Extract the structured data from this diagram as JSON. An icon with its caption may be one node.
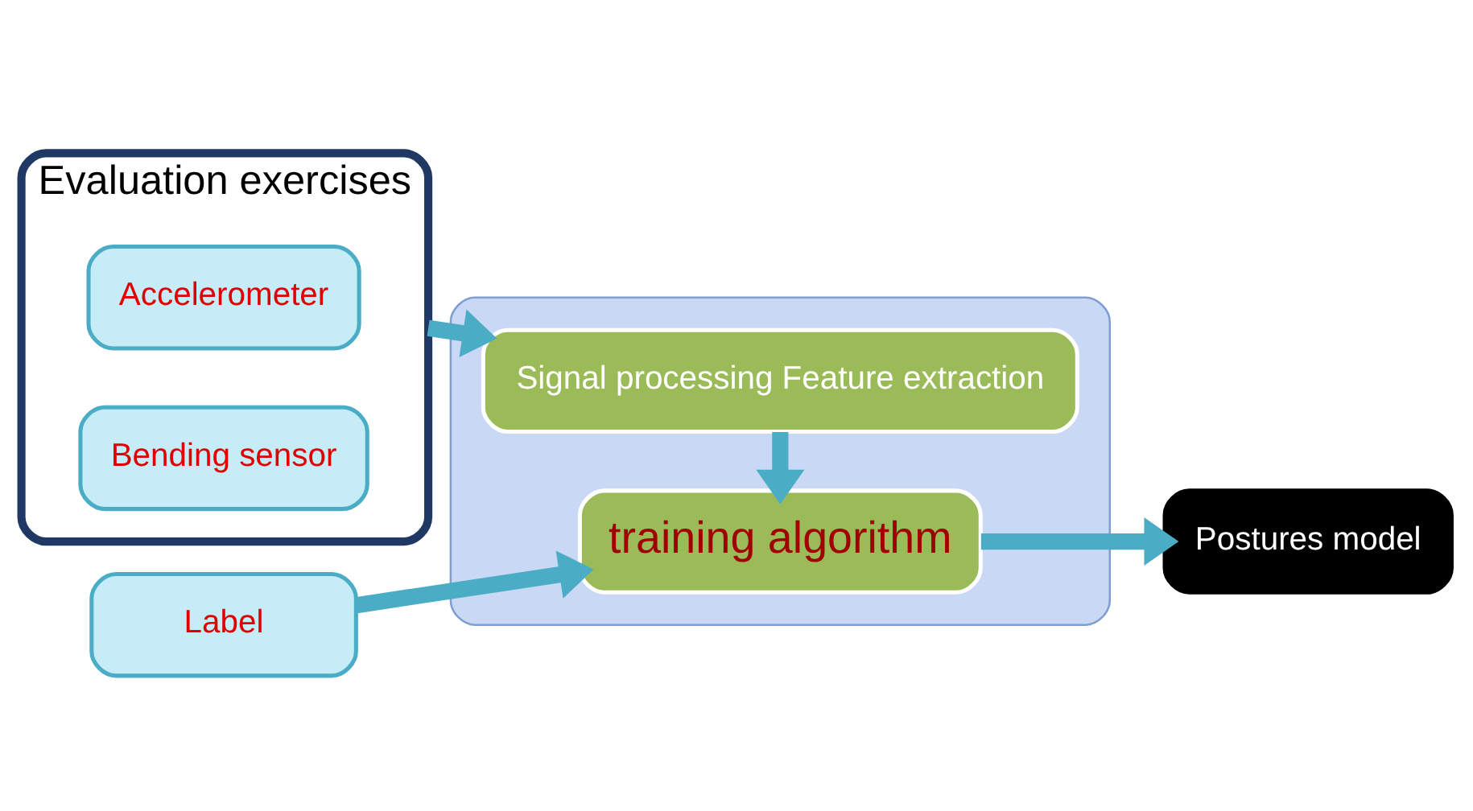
{
  "diagram": {
    "nodes": [
      {
        "text": [
          "Evaluation exercises"
        ]
      },
      {
        "text": [
          "Accelerometer"
        ],
        "in": 0
      },
      {
        "text": [
          "Bending sensor"
        ],
        "in": 0
      },
      {
        "text": [
          "Label"
        ]
      },
      {
        "text": [],
        "shape": "box"
      },
      {
        "text": [
          "Signal processing Feature extraction"
        ],
        "in": 4
      },
      {
        "text": [
          "training algorithm"
        ],
        "in": 4
      },
      {
        "text": [
          "Postures model"
        ]
      }
    ],
    "edges": [
      {
        "from": 0,
        "to": 5,
        "arrow": "to"
      },
      {
        "from": 5,
        "to": 6,
        "arrow": "to"
      },
      {
        "from": 3,
        "to": 6,
        "arrow": "to"
      },
      {
        "from": 6,
        "to": 7,
        "arrow": "to"
      }
    ]
  }
}
